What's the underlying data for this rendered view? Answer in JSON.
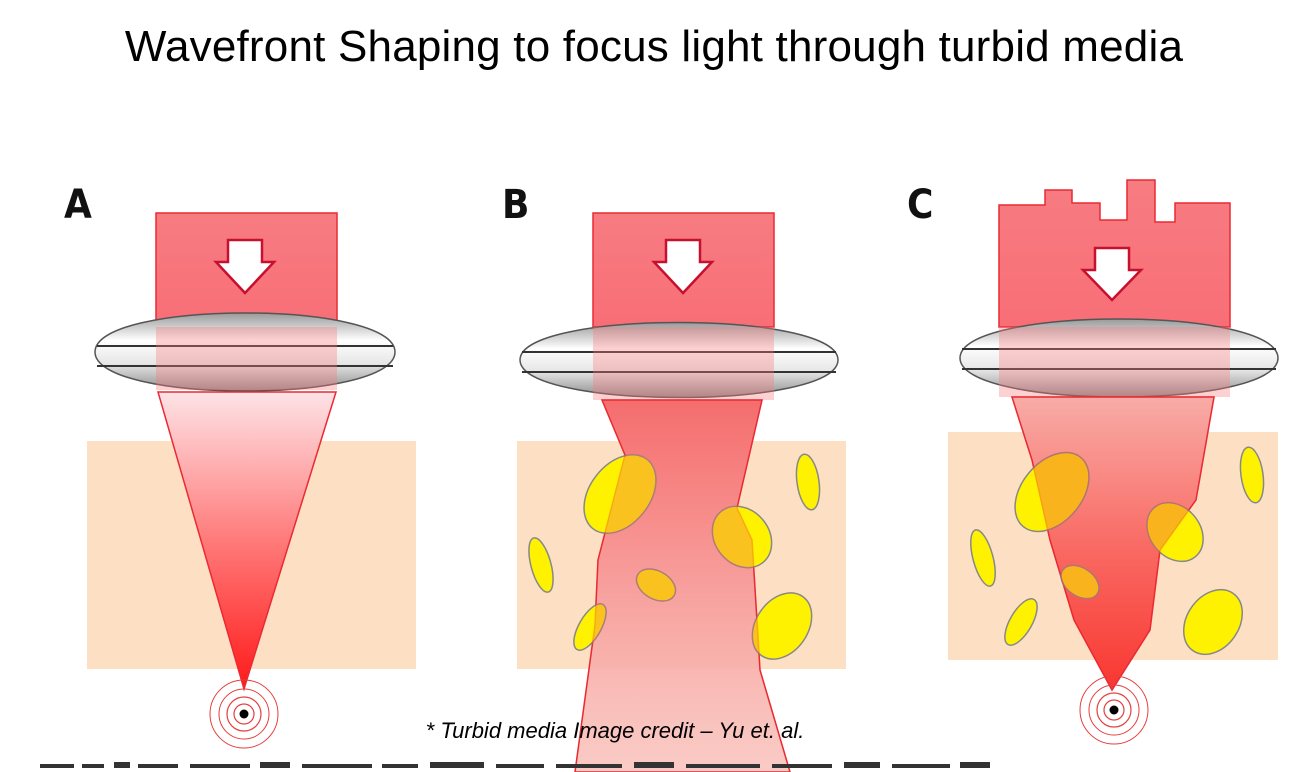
{
  "title": "Wavefront Shaping to focus light through turbid media",
  "panels": [
    {
      "id": "A",
      "label": "A"
    },
    {
      "id": "B",
      "label": "B"
    },
    {
      "id": "C",
      "label": "C"
    }
  ],
  "credit": "* Turbid media Image credit – Yu et. al.",
  "colors": {
    "beam": "#f87a7f",
    "beam_edge": "#ea2a33",
    "medium": "#fde0c4",
    "scatterer": "#fff200",
    "lens": "#bfbfbf",
    "arrow_fill": "#ffffff",
    "arrow_edge": "#c8102e"
  }
}
